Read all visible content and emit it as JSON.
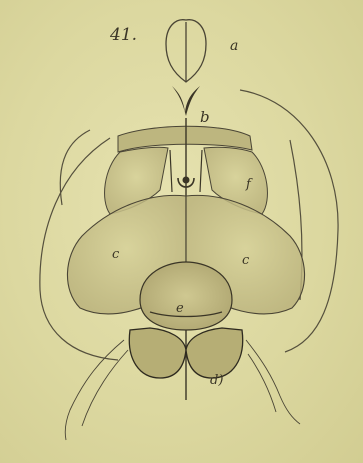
{
  "figure": {
    "number": "41.",
    "labels": {
      "a": "a",
      "b": "b",
      "f": "f",
      "c_left": "c",
      "c_right": "c",
      "e": "e",
      "d": "d)"
    }
  },
  "colors": {
    "paper": "#dfdca2",
    "ink": "#4a4535",
    "shade": "#b9b27a",
    "dark_ink": "#2e2a1f"
  }
}
